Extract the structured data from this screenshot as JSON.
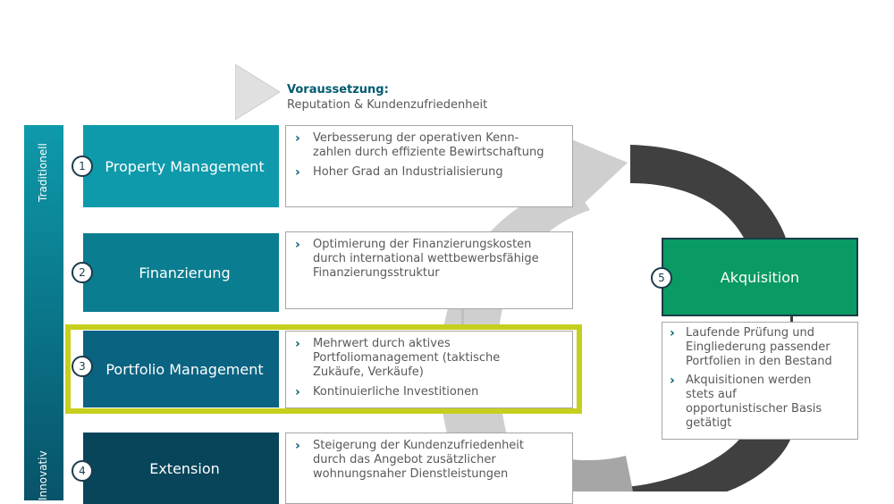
{
  "prerequisite": {
    "title": "Voraussetzung:",
    "subtitle": "Reputation & Kundenzufriedenheit"
  },
  "sidebar": {
    "top_label": "Traditionell",
    "bottom_label": "Innovativ"
  },
  "steps": [
    {
      "number": "1",
      "label": "Property Management",
      "color": "#0e9aab",
      "bullets": [
        "Verbesserung der operativen Kenn-\nzahlen durch effiziente Bewirtschaftung",
        "Hoher Grad an Industrialisierung"
      ]
    },
    {
      "number": "2",
      "label": "Finanzierung",
      "color": "#0b7d90",
      "bullets": [
        "Optimierung der Finanzierungskosten\ndurch international wettbewerbsfähige\nFinanzierungsstruktur"
      ]
    },
    {
      "number": "3",
      "label": "Portfolio Management",
      "color": "#0a6381",
      "bullets": [
        "Mehrwert durch aktives\nPortfoliomanagement (taktische\nZukäufe, Verkäufe)",
        "Kontinuierliche Investitionen"
      ]
    },
    {
      "number": "4",
      "label": "Extension",
      "color": "#08455a",
      "bullets": [
        "Steigerung der Kundenzufriedenheit\ndurch das Angebot zusätzlicher\nwohnungsnaher Dienstleistungen"
      ]
    }
  ],
  "acquisition": {
    "number": "5",
    "label": "Akquisition",
    "color": "#0a9a63",
    "bullets": [
      "Laufende Prüfung und\nEingliederung passender\nPortfolien in den Bestand",
      "Akquisitionen werden\nstets auf\nopportunistischer Basis\ngetätigt"
    ]
  },
  "colors": {
    "highlight": "#c7cf1e",
    "arrow_dark": "#404040",
    "arrow_light": "#cfcfcf",
    "accent_text": "#005a70"
  }
}
